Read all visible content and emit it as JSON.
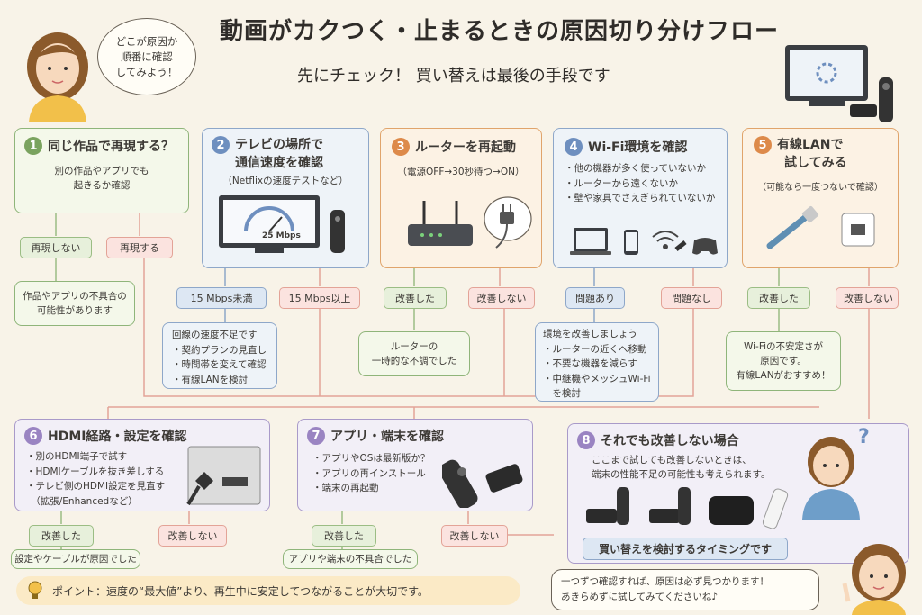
{
  "header": {
    "title": "動画がカクつく・止まるときの原因切り分けフロー",
    "subtitle": "先にチェック！ 買い替えは最後の手段です",
    "speech": [
      "どこが原因か",
      "順番に確認",
      "してみよう！"
    ]
  },
  "steps": [
    {
      "num": "1",
      "title": "同じ作品で再現する？",
      "desc": [
        "別の作品やアプリでも",
        "起きるか確認"
      ],
      "yes": "再現しない",
      "no": "再現する",
      "result": [
        "作品やアプリの不具合の",
        "可能性があります"
      ]
    },
    {
      "num": "2",
      "title": [
        "テレビの場所で",
        "通信速度を確認"
      ],
      "desc": "（Netflixの速度テストなど）",
      "speed": "25 Mbps",
      "low": "15 Mbps未満",
      "high": "15 Mbps以上",
      "result": [
        "回線の速度不足です",
        "・契約プランの見直し",
        "・時間帯を変えて確認",
        "・有線LANを検討"
      ]
    },
    {
      "num": "3",
      "title": "ルーターを再起動",
      "desc": "（電源OFF→30秒待つ→ON）",
      "yes": "改善した",
      "no": "改善しない",
      "result": [
        "ルーターの",
        "一時的な不調でした"
      ]
    },
    {
      "num": "4",
      "title": "Wi-Fi環境を確認",
      "desc": [
        "・他の機器が多く使っていないか",
        "・ルーターから遠くないか",
        "・壁や家具でさえぎられていないか"
      ],
      "yes": "問題あり",
      "no": "問題なし",
      "result": [
        "環境を改善しましょう",
        "・ルーターの近くへ移動",
        "・不要な機器を減らす",
        "・中継機やメッシュWi-Fi",
        "　を検討"
      ]
    },
    {
      "num": "5",
      "title": [
        "有線LANで",
        "試してみる"
      ],
      "desc": "（可能なら一度つないで確認）",
      "yes": "改善した",
      "no": "改善しない",
      "result": [
        "Wi-Fiの不安定さが",
        "原因です。",
        "有線LANがおすすめ！"
      ]
    },
    {
      "num": "6",
      "title": "HDMI経路・設定を確認",
      "desc": [
        "・別のHDMI端子で試す",
        "・HDMIケーブルを抜き差しする",
        "・テレビ側のHDMI設定を見直す",
        "　（拡張/Enhancedなど）"
      ],
      "yes": "改善した",
      "no": "改善しない",
      "result": "設定やケーブルが原因でした"
    },
    {
      "num": "7",
      "title": "アプリ・端末を確認",
      "desc": [
        "・アプリやOSは最新版か？",
        "・アプリの再インストール",
        "・端末の再起動"
      ],
      "yes": "改善した",
      "no": "改善しない",
      "result": "アプリや端末の不具合でした"
    },
    {
      "num": "8",
      "title": "それでも改善しない場合",
      "desc": [
        "ここまで試しても改善しないときは、",
        "端末の性能不足の可能性も考えられます。"
      ],
      "result": "買い替えを検討するタイミングです"
    }
  ],
  "footer": {
    "point": "ポイント：速度の“最大値”より、再生中に安定してつながることが大切です。",
    "closing": [
      "一つずつ確認すれば、原因は必ず見つかります！",
      "あきらめずに試してみてくださいね♪"
    ],
    "question_mark": "?"
  },
  "icons": [
    "person-icon",
    "tv-loading-icon",
    "speedometer-icon",
    "router-icon",
    "plug-icon",
    "laptop-icon",
    "smartphone-icon",
    "wifi-icon",
    "gamepad-icon",
    "lan-cable-icon",
    "lan-port-icon",
    "hdmi-icon",
    "remote-icon",
    "streaming-stick-icon",
    "set-top-box-icon",
    "lightbulb-icon"
  ],
  "colors": {
    "green": "#7aa35f",
    "blue": "#6e8fbf",
    "orange": "#dd8a4a",
    "purple": "#9a84c2",
    "red": "#e3a397"
  }
}
